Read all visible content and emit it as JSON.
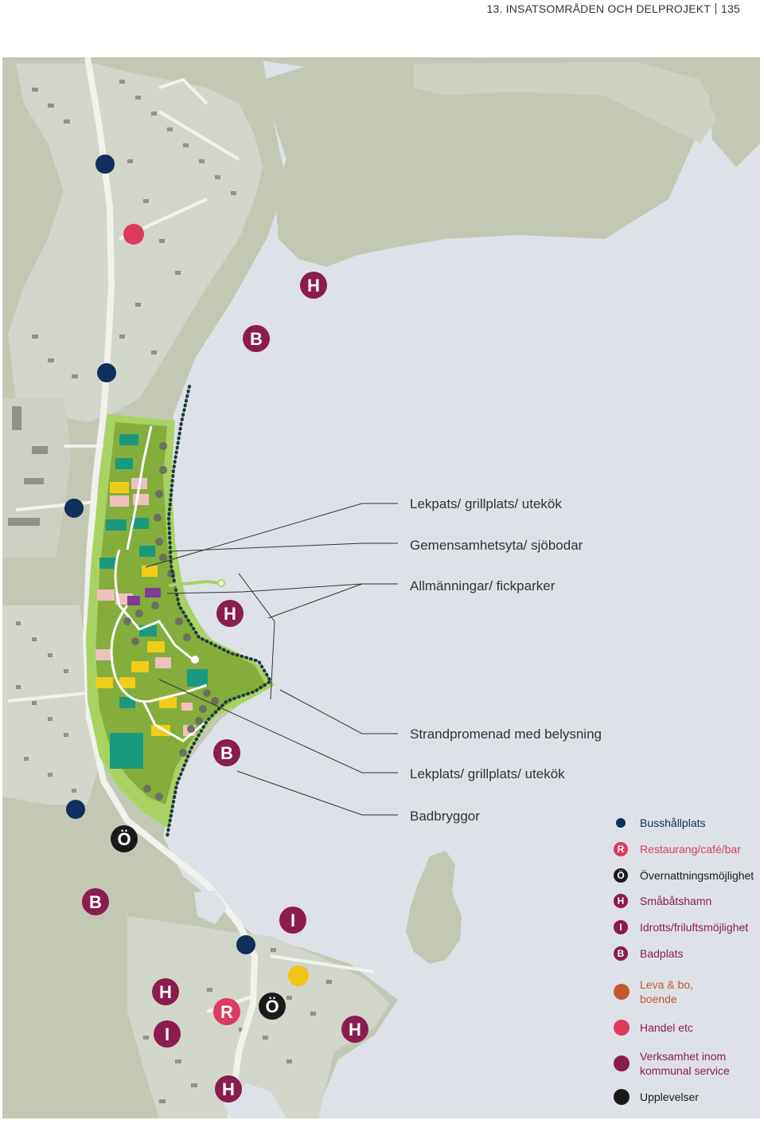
{
  "header": {
    "section": "13. INSATSOMRÅDEN OCH DELPROJEKT",
    "page": "135"
  },
  "colors": {
    "water": "#dee2e8",
    "land": "#c3c8b5",
    "urban": "#d3d6cb",
    "plan_light": "#a9d262",
    "plan_mid": "#84ad3c",
    "plot_teal": "#199a7e",
    "plot_yellow": "#f0cd1a",
    "plot_pink": "#efc0bf",
    "plot_purple": "#803d93",
    "bus": "#0f2f5c",
    "burgundy": "#8a1c4e",
    "black": "#1a1a1a",
    "orange": "#c4572c",
    "pink": "#de3a5e",
    "yellow": "#f0c419"
  },
  "callouts": [
    {
      "id": "lekplats-1",
      "text": "Lekpats/ grillplats/ utekök"
    },
    {
      "id": "gemensamhetsyta",
      "text": "Gemensamhetsyta/ sjöbodar"
    },
    {
      "id": "allmanningar",
      "text": "Allmänningar/ fickparker"
    },
    {
      "id": "strandpromenad",
      "text": "Strandpromenad med belysning"
    },
    {
      "id": "lekplats-2",
      "text": "Lekplats/ grillplats/ utekök"
    },
    {
      "id": "badbryggor",
      "text": "Badbryggor"
    }
  ],
  "markers": [
    {
      "letter": "H",
      "type": "smabatshamn"
    },
    {
      "letter": "B",
      "type": "badplats"
    },
    {
      "letter": "H",
      "type": "smabatshamn"
    },
    {
      "letter": "B",
      "type": "badplats"
    },
    {
      "letter": "Ö",
      "type": "overnattning"
    },
    {
      "letter": "B",
      "type": "badplats"
    },
    {
      "letter": "I",
      "type": "idrott"
    },
    {
      "letter": "H",
      "type": "smabatshamn"
    },
    {
      "letter": "R",
      "type": "restaurang"
    },
    {
      "letter": "Ö",
      "type": "overnattning"
    },
    {
      "letter": "I",
      "type": "idrott"
    },
    {
      "letter": "H",
      "type": "smabatshamn"
    },
    {
      "letter": "H",
      "type": "smabatshamn"
    }
  ],
  "legend": [
    {
      "key": "buss",
      "symbol": "dot-small",
      "letter": "",
      "label": "Busshållplats",
      "color": "#0f2f5c"
    },
    {
      "key": "restaurang",
      "symbol": "letter",
      "letter": "R",
      "label": "Restaurang/café/bar",
      "color": "#de3a5e"
    },
    {
      "key": "overnattning",
      "symbol": "letter",
      "letter": "Ö",
      "label": "Övernattningsmöjlighet",
      "color": "#1a1a1a"
    },
    {
      "key": "smabatshamn",
      "symbol": "letter",
      "letter": "H",
      "label": "Småbåtshamn",
      "color": "#8a1c4e"
    },
    {
      "key": "idrott",
      "symbol": "letter",
      "letter": "I",
      "label": "Idrotts/friluftsmöjlighet",
      "color": "#8a1c4e"
    },
    {
      "key": "badplats",
      "symbol": "letter",
      "letter": "B",
      "label": "Badplats",
      "color": "#8a1c4e"
    },
    {
      "key": "leva",
      "symbol": "dot",
      "letter": "",
      "label": "Leva & bo,\nboende",
      "color": "#c4572c"
    },
    {
      "key": "handel",
      "symbol": "dot",
      "letter": "",
      "label": "Handel etc",
      "color": "#de3a5e"
    },
    {
      "key": "kommunal",
      "symbol": "dot",
      "letter": "",
      "label": "Verksamhet inom\nkommunal service",
      "color": "#8a1c4e"
    },
    {
      "key": "upplevelser",
      "symbol": "dot",
      "letter": "",
      "label": "Upplevelser",
      "color": "#1a1a1a"
    }
  ]
}
